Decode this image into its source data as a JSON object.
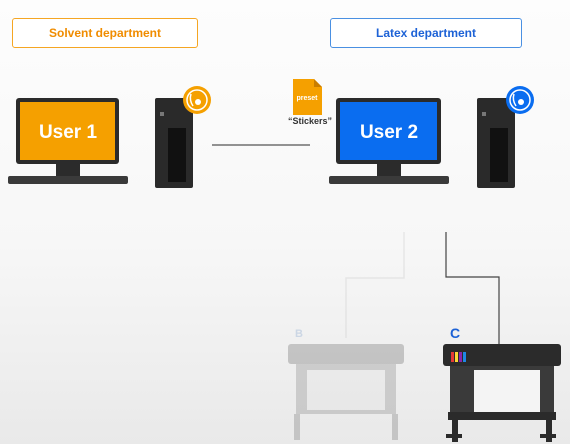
{
  "departments": {
    "solvent": "Solvent department",
    "latex": "Latex department"
  },
  "users": {
    "user1": "User 1",
    "user2": "User 2"
  },
  "preset": {
    "file_label": "preset",
    "name": "“Stickers”"
  },
  "printers": {
    "active_letter": "C",
    "ghost_letter": "B"
  },
  "colors": {
    "orange": "#f5a000",
    "blue": "#0a6df0",
    "dark": "#333333"
  }
}
